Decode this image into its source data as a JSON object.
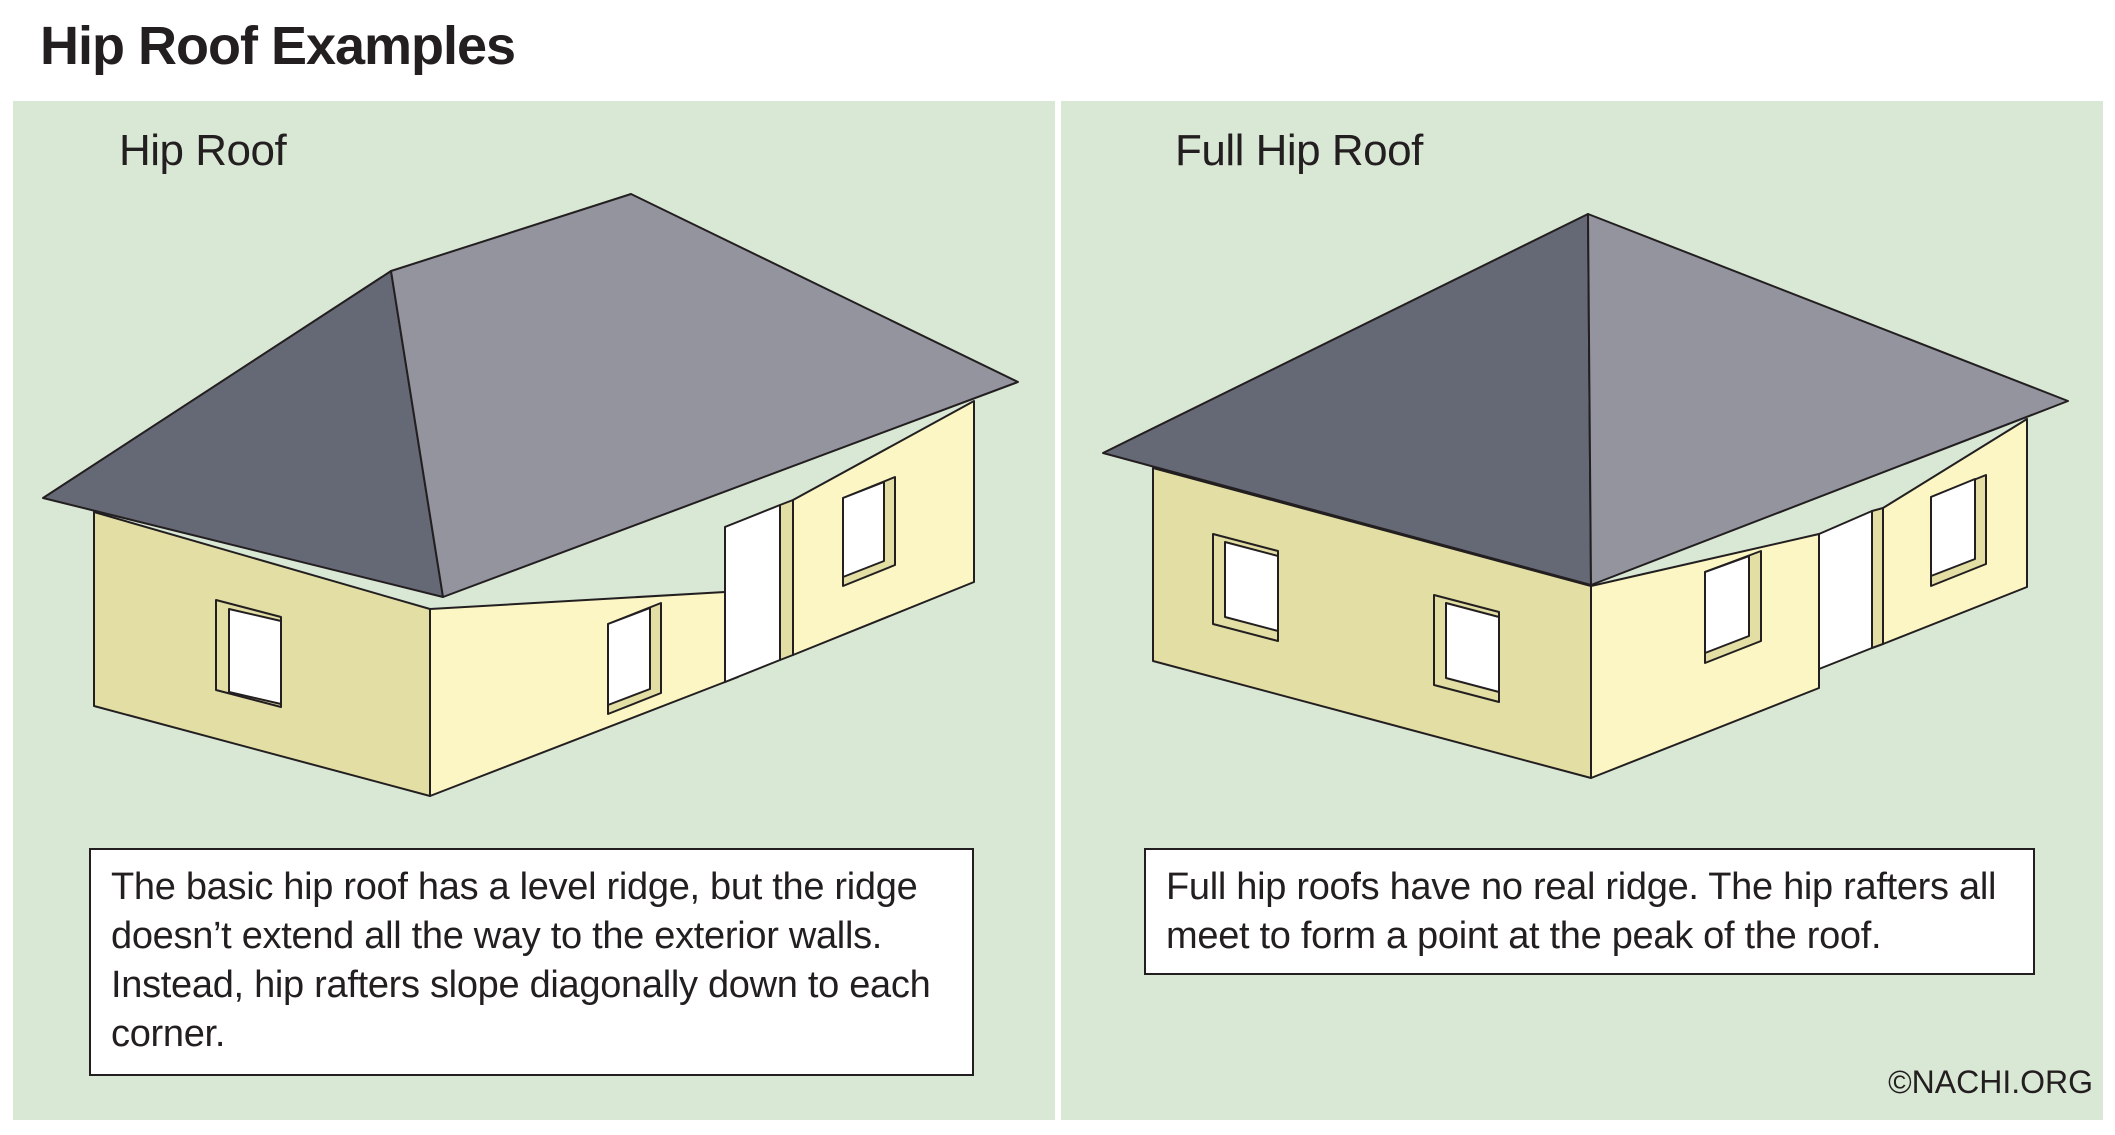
{
  "title": "Hip Roof Examples",
  "colors": {
    "panel_background": "#d9e7d5",
    "roof_dark": "#656875",
    "roof_light": "#94949f",
    "wall_shadow": "#e3dea4",
    "wall_light": "#fbf6c4",
    "window": "#ffffff",
    "outline": "#231f20"
  },
  "panels": [
    {
      "label": "Hip Roof",
      "caption": "The basic hip roof has a level ridge, but the ridge doesn’t extend all the way to the exterior walls. Instead, hip rafters slope diagonally down to each corner."
    },
    {
      "label": "Full Hip Roof",
      "caption": "Full hip roofs have no real ridge. The hip rafters all meet to form a point at the peak of the roof."
    }
  ],
  "copyright": "©NACHI.ORG"
}
